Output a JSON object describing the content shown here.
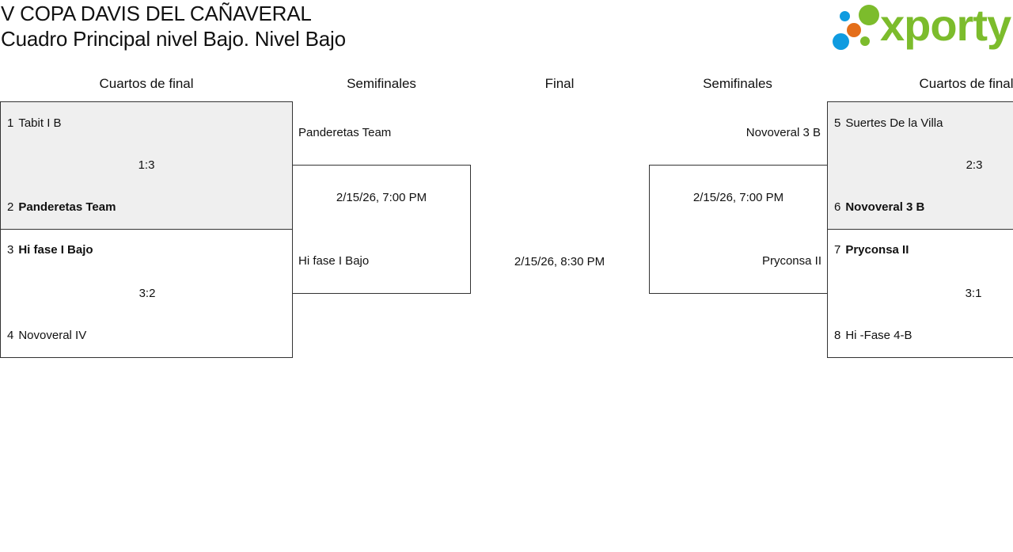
{
  "header": {
    "title": "V COPA DAVIS DEL CAÑAVERAL",
    "subtitle": "Cuadro Principal nivel Bajo. Nivel Bajo",
    "logo_text": "xporty"
  },
  "rounds": {
    "quarterfinals_left": "Cuartos de final",
    "semifinals_left": "Semifinales",
    "final": "Final",
    "semifinals_right": "Semifinales",
    "quarterfinals_right": "Cuartos de final"
  },
  "quarterfinals": [
    {
      "top": {
        "seed": "1",
        "name": "Tabit I B",
        "winner": false
      },
      "bottom": {
        "seed": "2",
        "name": "Panderetas Team",
        "winner": true
      },
      "score": "1:3"
    },
    {
      "top": {
        "seed": "3",
        "name": "Hi fase I Bajo",
        "winner": true
      },
      "bottom": {
        "seed": "4",
        "name": "Novoveral IV",
        "winner": false
      },
      "score": "3:2"
    },
    {
      "top": {
        "seed": "5",
        "name": "Suertes De la Villa",
        "winner": false
      },
      "bottom": {
        "seed": "6",
        "name": "Novoveral 3 B",
        "winner": true
      },
      "score": "2:3"
    },
    {
      "top": {
        "seed": "7",
        "name": "Pryconsa II",
        "winner": true
      },
      "bottom": {
        "seed": "8",
        "name": "Hi -Fase 4-B",
        "winner": false
      },
      "score": "3:1"
    }
  ],
  "semifinals": [
    {
      "top": "Panderetas Team",
      "bottom": "Hi fase I Bajo",
      "date": "2/15/26, 7:00 PM"
    },
    {
      "top": "Novoveral 3 B",
      "bottom": "Pryconsa II",
      "date": "2/15/26, 7:00 PM"
    }
  ],
  "final": {
    "date": "2/15/26, 8:30 PM"
  },
  "colors": {
    "logo_green": "#7cbc2c",
    "logo_blue": "#0f9be0",
    "logo_orange": "#e46e1a",
    "shaded_match": "#efefef"
  }
}
